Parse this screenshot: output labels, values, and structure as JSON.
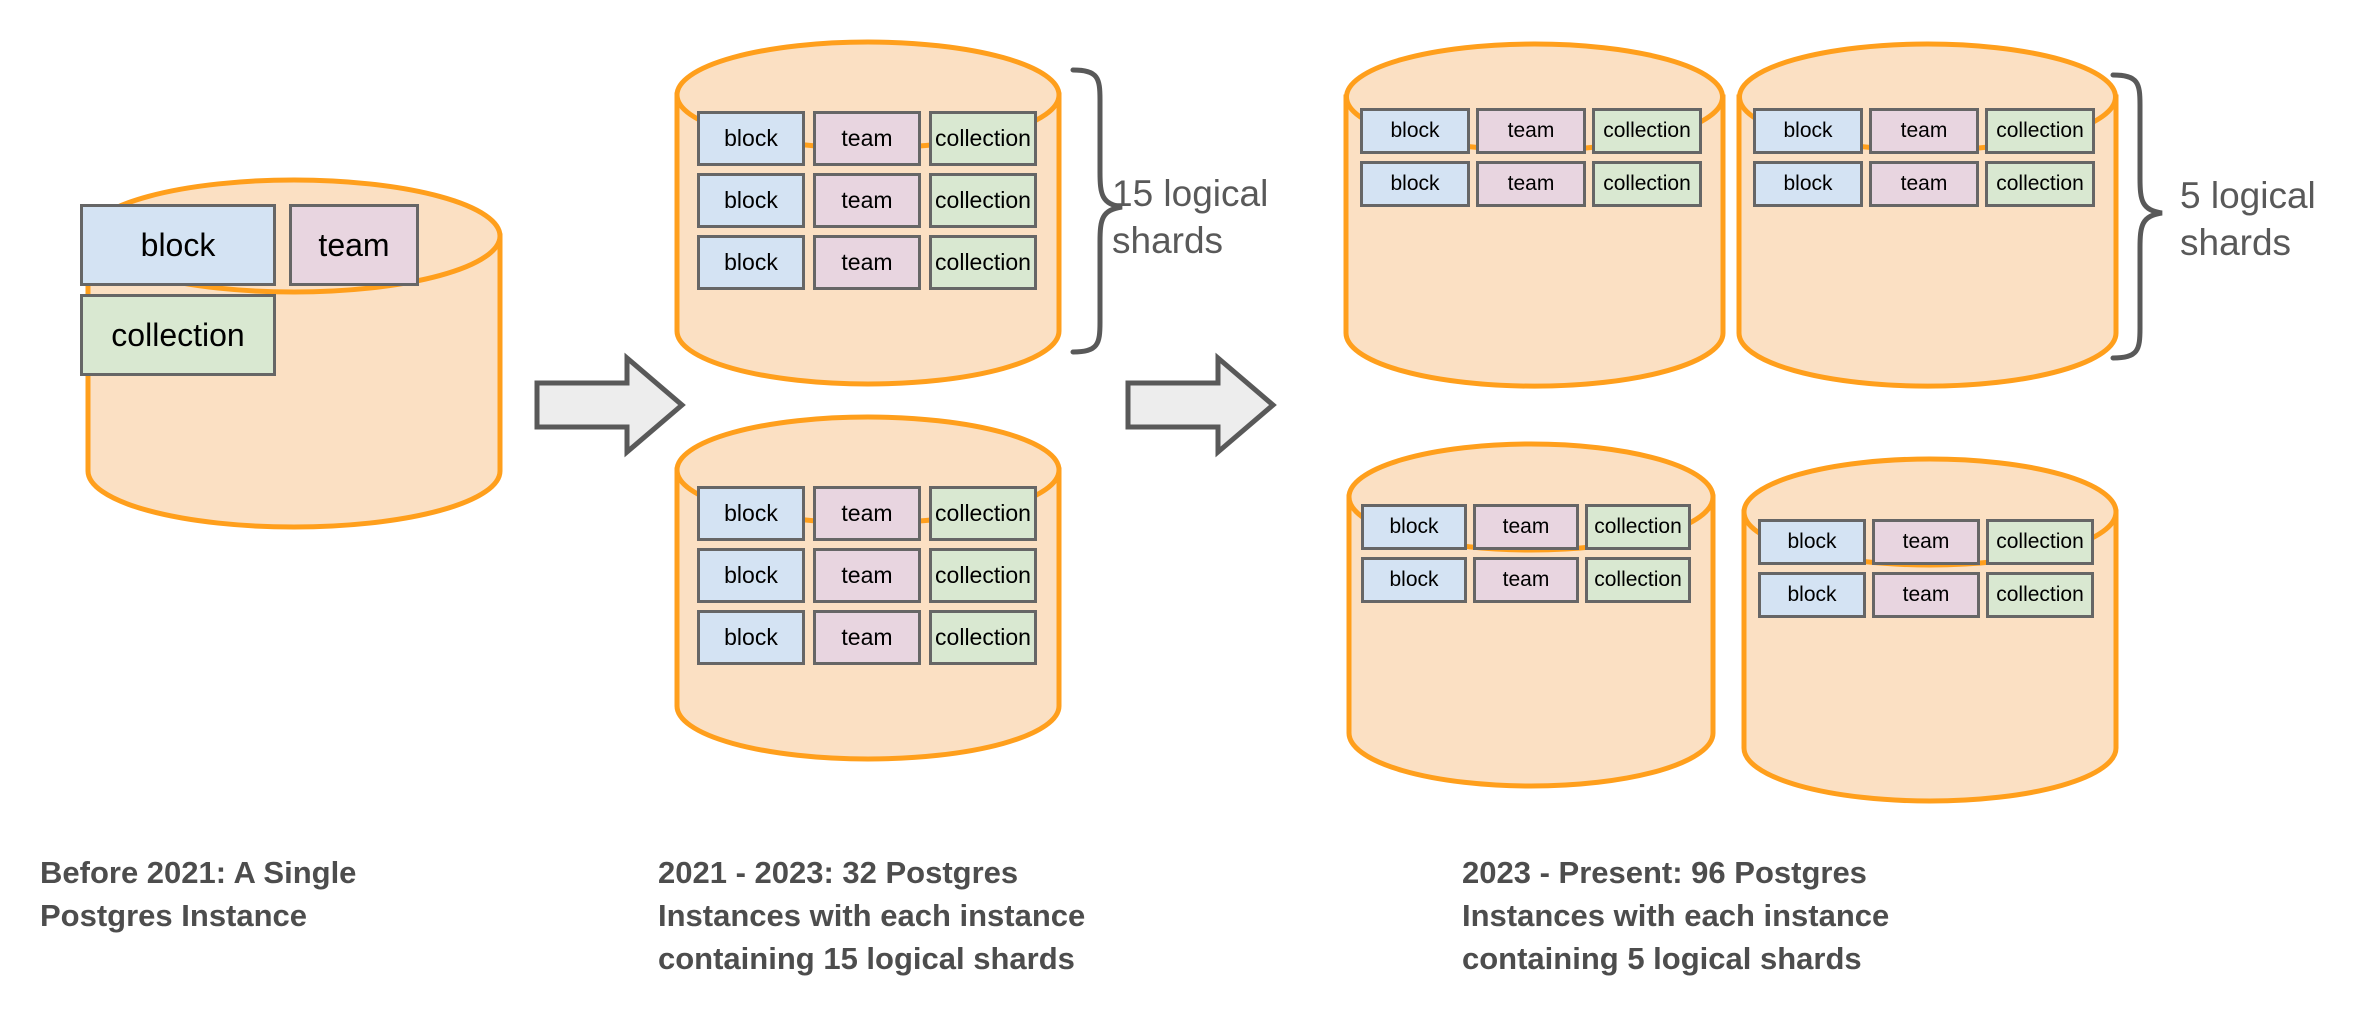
{
  "diagram": {
    "title_implied": "Notion Postgres sharding evolution",
    "shard_labels": {
      "block": "block",
      "team": "team",
      "collection": "collection"
    },
    "colors": {
      "cylinder_fill": "#fbe0c3",
      "cylinder_stroke": "#ff9f1c",
      "block_fill": "#d4e3f3",
      "team_fill": "#e8d5e0",
      "collection_fill": "#d9e8d1",
      "shard_border": "#666666",
      "arrow_fill": "#ededed",
      "arrow_stroke": "#595959",
      "brace_stroke": "#595959",
      "caption_text": "#4d4d4d",
      "annotation_text": "#595959",
      "background": "#ffffff"
    }
  },
  "stages": [
    {
      "id": "stage-1",
      "caption": "Before 2021: A Single\nPostgres Instance",
      "instances": 1,
      "cylinders": [
        {
          "id": "cyl-1",
          "rows": [
            [
              "block",
              "team"
            ],
            [
              "collection"
            ]
          ]
        }
      ]
    },
    {
      "id": "stage-2",
      "caption": "2021 - 2023: 32 Postgres\nInstances with each instance\ncontaining 15 logical shards",
      "instances": 32,
      "logical_shards_per_instance": 15,
      "annotation": "15 logical\nshards",
      "cylinders": [
        {
          "id": "cyl-2a",
          "rows": [
            [
              "block",
              "team",
              "collection"
            ],
            [
              "block",
              "team",
              "collection"
            ],
            [
              "block",
              "team",
              "collection"
            ]
          ]
        },
        {
          "id": "cyl-2b",
          "rows": [
            [
              "block",
              "team",
              "collection"
            ],
            [
              "block",
              "team",
              "collection"
            ],
            [
              "block",
              "team",
              "collection"
            ]
          ]
        }
      ]
    },
    {
      "id": "stage-3",
      "caption": "2023 - Present: 96 Postgres\nInstances with each instance\ncontaining 5 logical shards",
      "instances": 96,
      "logical_shards_per_instance": 5,
      "annotation": "5 logical\nshards",
      "cylinders": [
        {
          "id": "cyl-3a",
          "rows": [
            [
              "block",
              "team",
              "collection"
            ],
            [
              "block",
              "team",
              "collection"
            ]
          ]
        },
        {
          "id": "cyl-3b",
          "rows": [
            [
              "block",
              "team",
              "collection"
            ],
            [
              "block",
              "team",
              "collection"
            ]
          ]
        },
        {
          "id": "cyl-3c",
          "rows": [
            [
              "block",
              "team",
              "collection"
            ],
            [
              "block",
              "team",
              "collection"
            ]
          ]
        },
        {
          "id": "cyl-3d",
          "rows": [
            [
              "block",
              "team",
              "collection"
            ],
            [
              "block",
              "team",
              "collection"
            ]
          ]
        }
      ]
    }
  ],
  "arrows": [
    {
      "id": "arrow-1",
      "direction": "right"
    },
    {
      "id": "arrow-2",
      "direction": "right"
    }
  ],
  "annotations": [
    {
      "id": "annotation-15-shards",
      "text": "15 logical\nshards"
    },
    {
      "id": "annotation-5-shards",
      "text": "5 logical\nshards"
    }
  ],
  "captions": [
    {
      "id": "caption-1",
      "text": "Before 2021: A Single\nPostgres Instance"
    },
    {
      "id": "caption-2",
      "text": "2021 - 2023: 32 Postgres\nInstances with each instance\ncontaining 15 logical shards"
    },
    {
      "id": "caption-3",
      "text": "2023 - Present: 96 Postgres\nInstances with each instance\ncontaining 5 logical shards"
    }
  ]
}
